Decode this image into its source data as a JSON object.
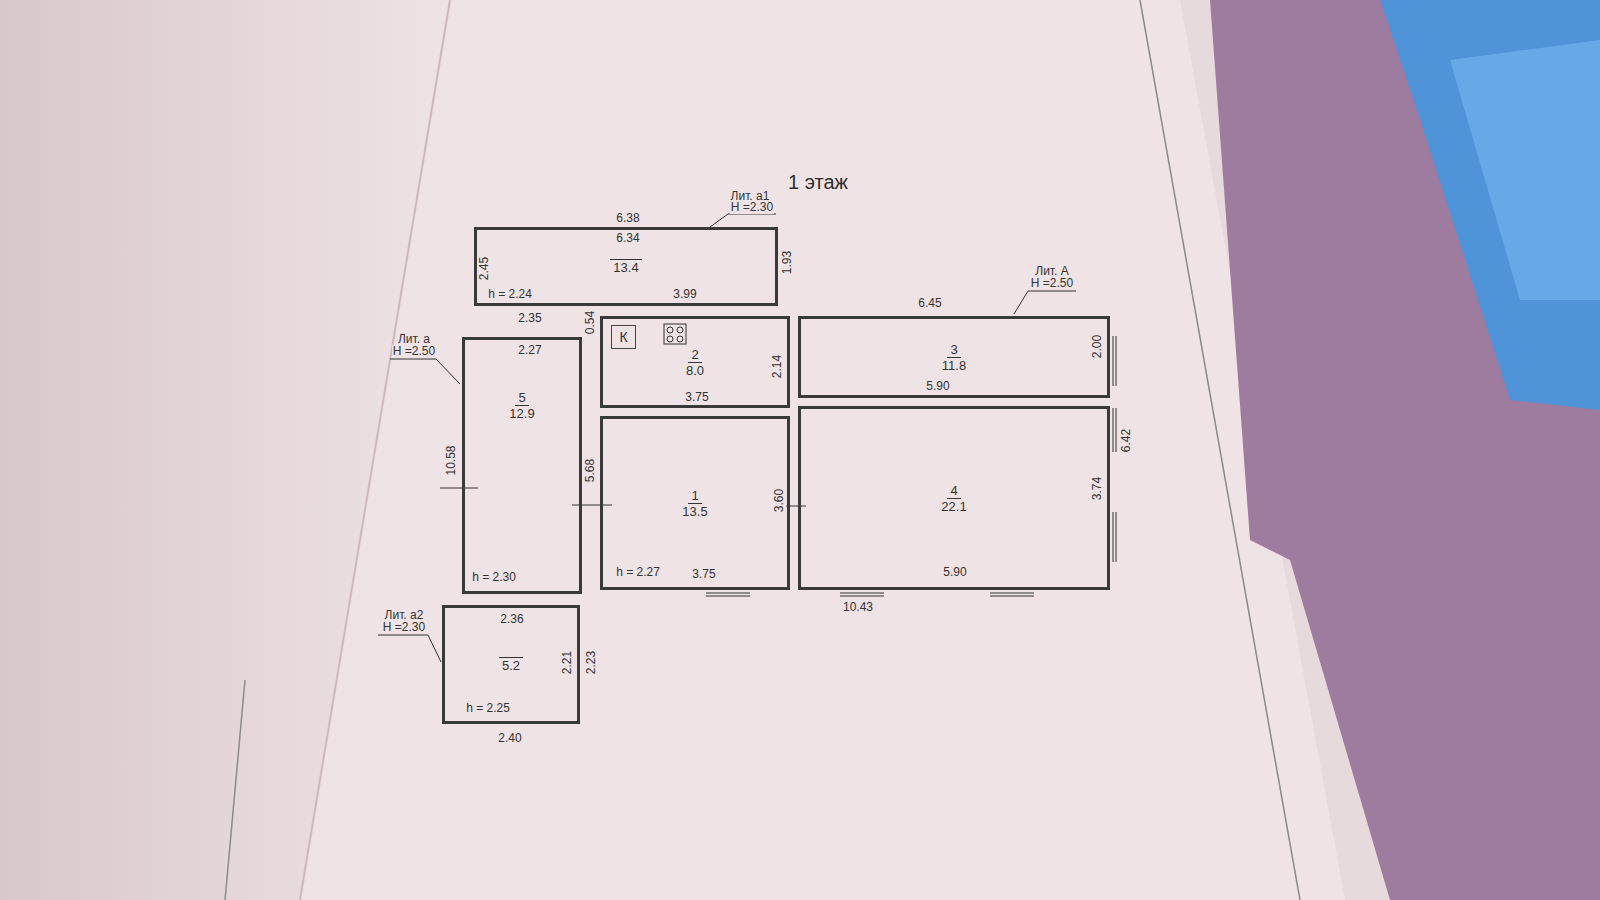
{
  "diagram": {
    "title": "1 этаж",
    "nodes": [
      {
        "text": [
          "13.4"
        ]
      },
      {
        "text": [
          "2",
          "8.0"
        ]
      },
      {
        "text": [
          "К"
        ],
        "in": 1
      },
      {
        "text": [
          "3",
          "11.8"
        ]
      },
      {
        "text": [
          "5",
          "12.9"
        ]
      },
      {
        "text": [
          "1",
          "13.5"
        ]
      },
      {
        "text": [
          "4",
          "22.1"
        ]
      },
      {
        "text": [
          "5.2"
        ]
      }
    ],
    "labels": [
      "Лит. а1",
      "Н =2.30",
      "6.38",
      "6.34",
      "2.45",
      "1.93",
      "h = 2.24",
      "2.35",
      "2.27",
      "0.54",
      "3.99",
      "6.45",
      "Лит. А",
      "Н =2.50",
      "2.14",
      "3.75",
      "2.00",
      "5.90",
      "6.42",
      "3.74",
      "3.60",
      "Лит. а",
      "Н =2.50",
      "10.58",
      "5.68",
      "h = 2.30",
      "h = 2.27",
      "3.75",
      "5.90",
      "10.43",
      "2.36",
      "Лит. а2",
      "Н =2.30",
      "2.21",
      "2.23",
      "h = 2.25",
      "2.40"
    ]
  }
}
